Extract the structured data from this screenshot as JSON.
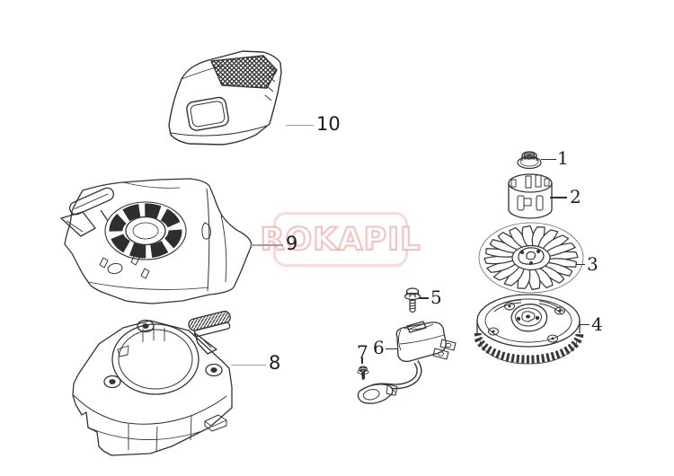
{
  "watermark": {
    "text": "ROKAPIL"
  },
  "parts": {
    "p1": {
      "label": "1"
    },
    "p2": {
      "label": "2"
    },
    "p3": {
      "label": "3"
    },
    "p4": {
      "label": "4"
    },
    "p5": {
      "label": "5"
    },
    "p6": {
      "label": "6"
    },
    "p7": {
      "label": "7"
    },
    "p8": {
      "label": "8"
    },
    "p9": {
      "label": "9"
    },
    "p10": {
      "label": "10"
    }
  },
  "colors": {
    "background": "#ffffff",
    "line_art": "#333333",
    "leader_dark": "#2f2f2f",
    "leader_light": "#9e9e9e",
    "watermark_pink": "#e9968c"
  }
}
